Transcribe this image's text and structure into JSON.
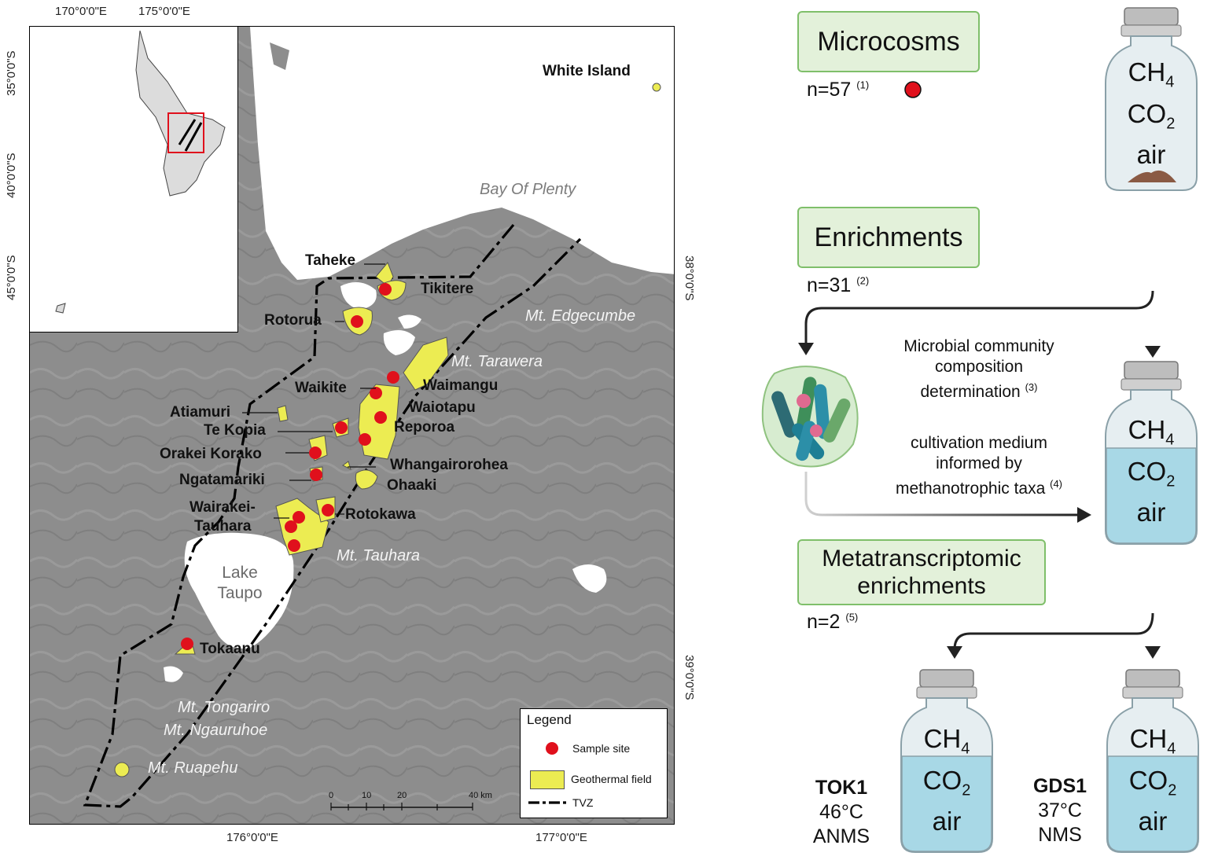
{
  "coordinates": {
    "top": [
      "170°0'0\"E",
      "175°0'0\"E"
    ],
    "left": [
      "35°0'0\"S",
      "40°0'0\"S",
      "45°0'0\"S"
    ],
    "right": [
      "38°0'0\"S",
      "39°0'0\"S"
    ],
    "bottom": [
      "176°0'0\"E",
      "177°0'0\"E"
    ]
  },
  "map": {
    "white_island": "White Island",
    "bay": "Bay Of Plenty",
    "lake": [
      "Lake",
      "Taupo"
    ],
    "fields": {
      "taheke": "Taheke",
      "tikitere": "Tikitere",
      "rotorua": "Rotorua",
      "waikite": "Waikite",
      "waimangu": "Waimangu",
      "atiamuri": "Atiamuri",
      "waiotapu": "Waiotapu",
      "te_kopia": "Te Kopia",
      "reporoa": "Reporoa",
      "orakei_korako": "Orakei Korako",
      "whangairorohea": "Whangairorohea",
      "ngatamariki": "Ngatamariki",
      "ohaaki": "Ohaaki",
      "wairakei_1": "Wairakei-",
      "wairakei_2": "Tauhara",
      "rotokawa": "Rotokawa",
      "tokaanu": "Tokaanu"
    },
    "mountains": {
      "edgecumbe": "Mt. Edgecumbe",
      "tarawera": "Mt. Tarawera",
      "tauhara": "Mt. Tauhara",
      "tongariro": "Mt. Tongariro",
      "ngauruhoe": "Mt. Ngauruhoe",
      "ruapehu": "Mt. Ruapehu"
    }
  },
  "legend": {
    "title": "Legend",
    "sample_site": "Sample site",
    "geothermal_field": "Geothermal field",
    "tvz": "TVZ"
  },
  "scale": {
    "ticks": [
      "0",
      "10",
      "20",
      "40 km"
    ]
  },
  "workflow": {
    "microcosms": {
      "label": "Microcosms",
      "n": "n=57",
      "ref": "(1)"
    },
    "enrichments": {
      "label": "Enrichments",
      "n": "n=31",
      "ref": "(2)"
    },
    "metatranscriptomic": {
      "label_1": "Metatranscriptomic",
      "label_2": "enrichments",
      "n": "n=2",
      "ref": "(5)"
    },
    "community": {
      "l1": "Microbial community",
      "l2": "composition",
      "l3": "determination",
      "ref": "(3)"
    },
    "medium": {
      "l1": "cultivation medium",
      "l2": "informed by",
      "l3": "methanotrophic taxa",
      "ref": "(4)"
    },
    "bottle": {
      "ch": "CH",
      "ch_sub": "4",
      "co": "CO",
      "co_sub": "2",
      "air": "air"
    },
    "tok1": {
      "name": "TOK1",
      "temp": "46°C",
      "medium": "ANMS"
    },
    "gds1": {
      "name": "GDS1",
      "temp": "37°C",
      "medium": "NMS"
    }
  },
  "colors": {
    "geothermal": "#ecec52",
    "sample": "#e0101c",
    "green_box": "#e3f1da",
    "liquid": "#a8d8e6"
  }
}
